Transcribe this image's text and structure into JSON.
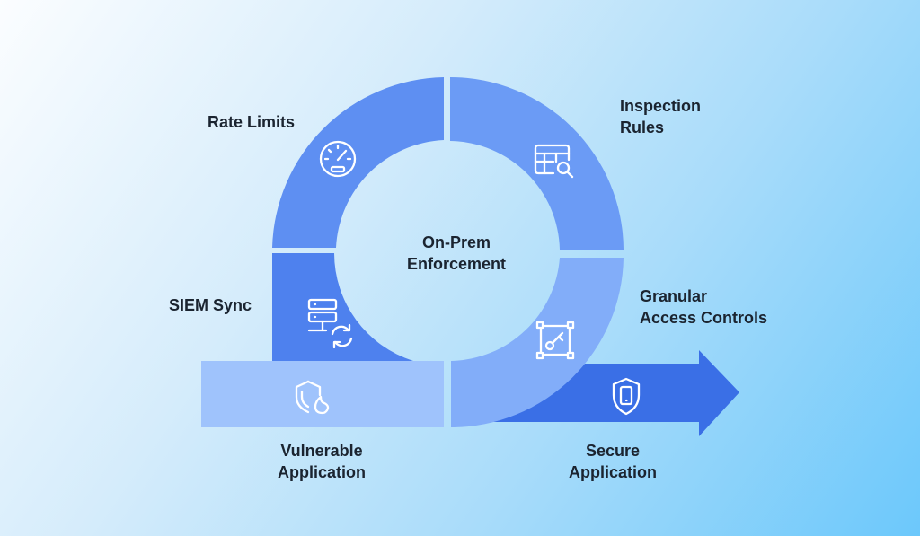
{
  "center": {
    "line1": "On-Prem",
    "line2": "Enforcement"
  },
  "stages": {
    "rate_limits": "Rate Limits",
    "inspection_rules": {
      "line1": "Inspection",
      "line2": "Rules"
    },
    "siem_sync": "SIEM Sync",
    "granular_access": {
      "line1": "Granular",
      "line2": "Access Controls"
    }
  },
  "endpoints": {
    "vulnerable": {
      "line1": "Vulnerable",
      "line2": "Application"
    },
    "secure": {
      "line1": "Secure",
      "line2": "Application"
    }
  },
  "icons": {
    "rate_limits": "speedometer-icon",
    "inspection_rules": "table-search-icon",
    "siem_sync": "server-sync-icon",
    "granular_access": "key-frame-icon",
    "vulnerable": "shield-fire-icon",
    "secure": "shield-phone-icon"
  },
  "colors": {
    "rate_limits_segment": "#5e8ff2",
    "inspection_segment": "#6b9bf5",
    "siem_segment": "#4e81ee",
    "access_segment": "#82adf9",
    "vulnerable_bar": "#9fc3fc",
    "secure_arrow": "#3a6fe6",
    "label_text": "#1b2430"
  }
}
